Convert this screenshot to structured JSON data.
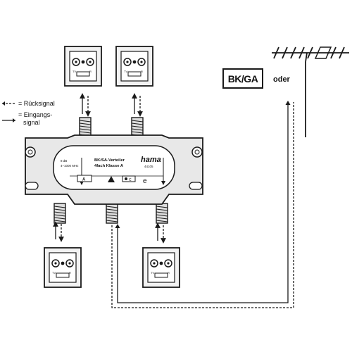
{
  "legend": {
    "return_signal": "= Rücksignal",
    "input_signal_line1": "= Eingangs-",
    "input_signal_line2": "signal"
  },
  "source": {
    "cable_label": "BK/GA",
    "or_label": "oder"
  },
  "splitter": {
    "brand": "hama",
    "title_line1": "BK/SA-Verteiler",
    "title_line2": "4fach Klasse A",
    "spec_db": "8 dB",
    "spec_freq": "4–1000 MHz",
    "article_no": "44105",
    "port_marker": "A"
  },
  "wall_socket": {
    "tv_label": "TV",
    "radio_label": "R"
  },
  "colors": {
    "line": "#1a1a1a",
    "casing_fill": "#e8e8e8",
    "socket_fill": "#f2f2f2"
  }
}
